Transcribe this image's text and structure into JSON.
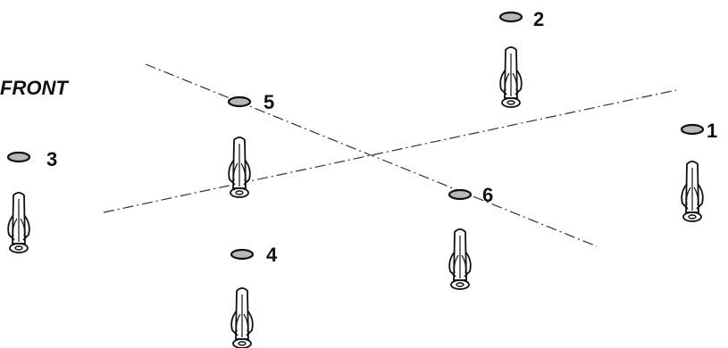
{
  "direction_label": "FRONT",
  "anchors": [
    {
      "label": "1"
    },
    {
      "label": "2"
    },
    {
      "label": "3"
    },
    {
      "label": "4"
    },
    {
      "label": "5"
    },
    {
      "label": "6"
    }
  ]
}
